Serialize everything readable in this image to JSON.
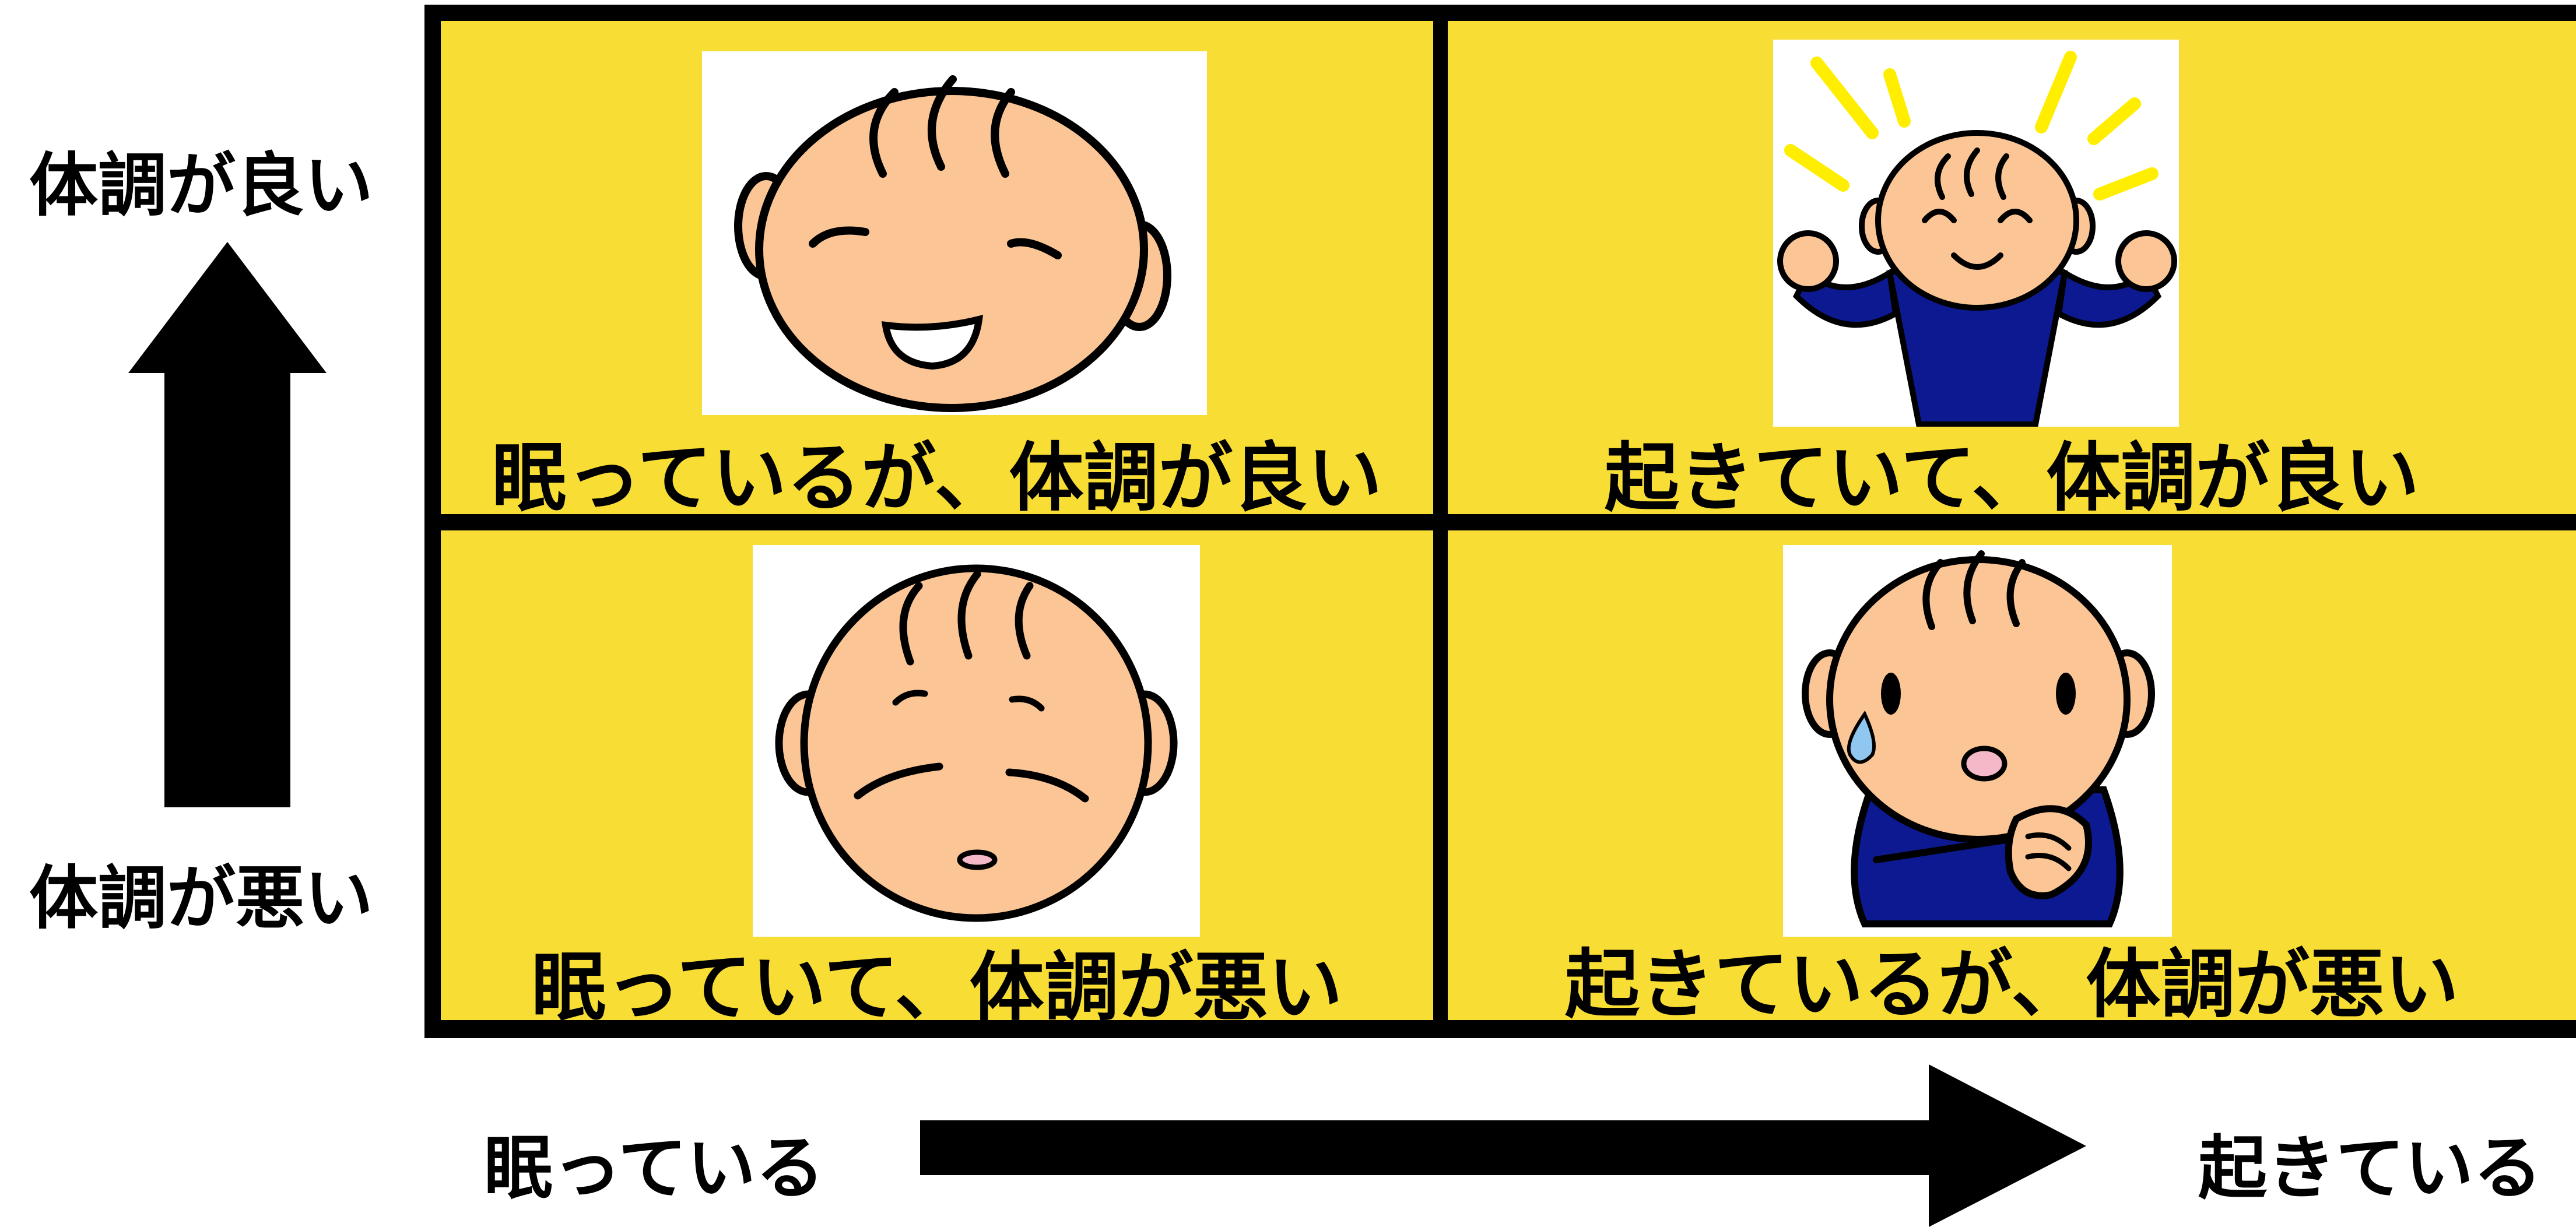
{
  "y_axis": {
    "top_label": "体調が良い",
    "bottom_label": "体調が悪い",
    "arrow_icon": "arrow-up-icon"
  },
  "x_axis": {
    "left_label": "眠っている",
    "right_label": "起きている",
    "arrow_icon": "arrow-right-icon"
  },
  "quadrants": {
    "top_left": {
      "caption": "眠っているが、体調が良い",
      "icon": "sleeping-smiling-baby-icon"
    },
    "top_right": {
      "caption": "起きていて、体調が良い",
      "icon": "cheerful-child-fists-up-icon"
    },
    "bottom_left": {
      "caption": "眠っていて、体調が悪い",
      "icon": "sleeping-unwell-baby-icon"
    },
    "bottom_right": {
      "caption": "起きているが、体調が悪い",
      "icon": "worried-child-sweat-drop-icon"
    }
  },
  "colors": {
    "cell_fill": "#f8dd34",
    "border": "#000000",
    "skin": "#fbc595",
    "shirt": "#0c1991",
    "sparkle": "#ffee00"
  }
}
